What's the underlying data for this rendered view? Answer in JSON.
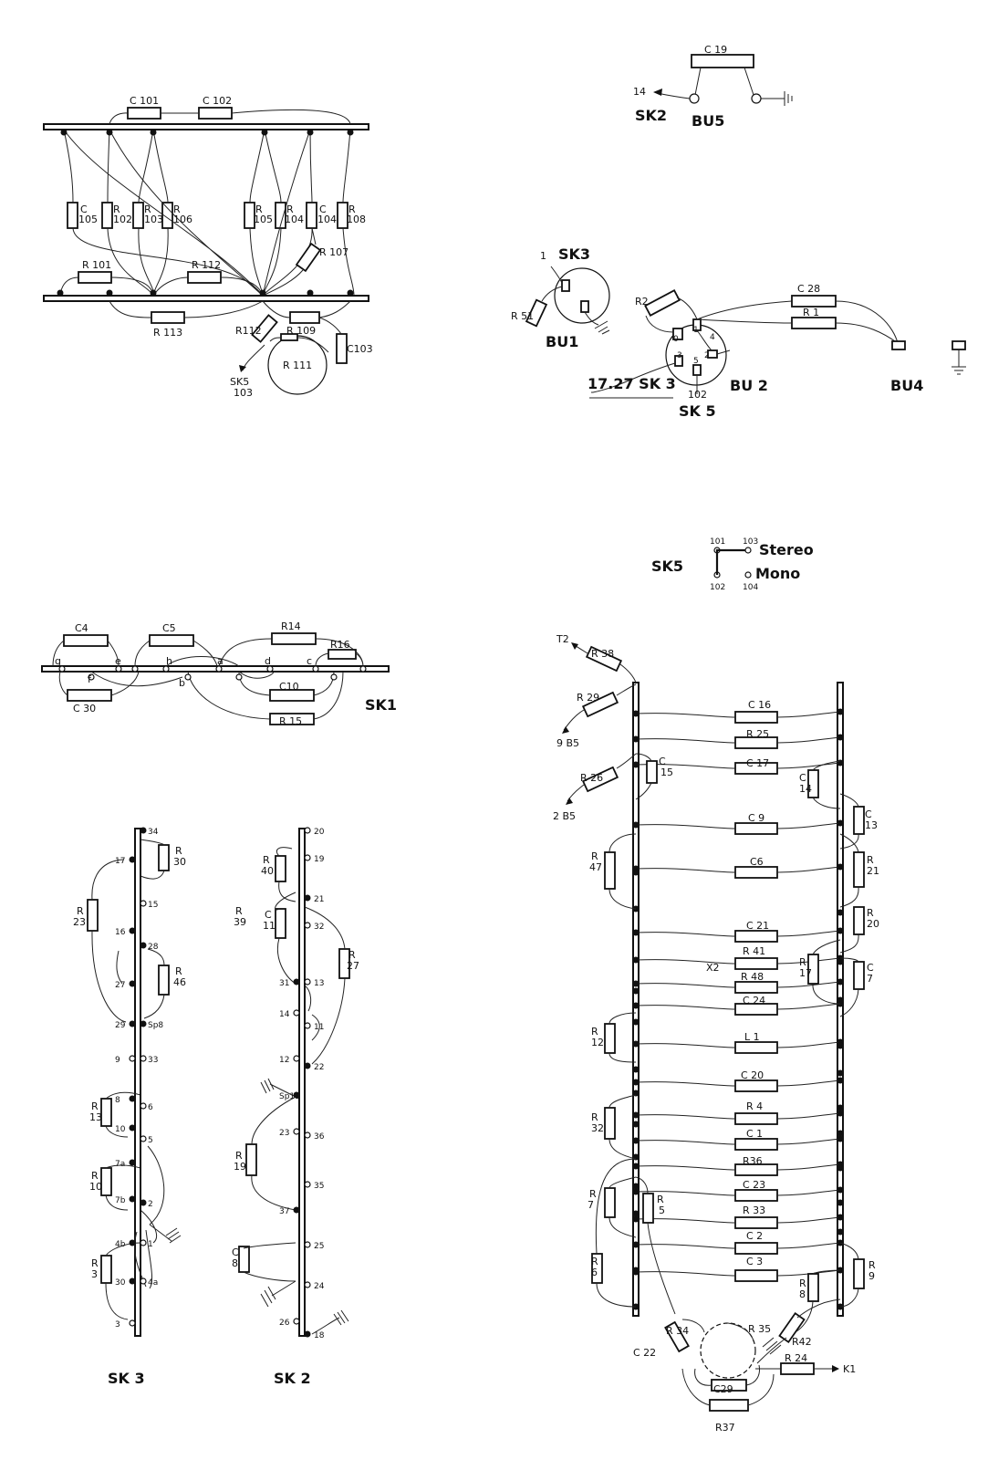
{
  "sections": {
    "top_left": {
      "comps": [
        "C 101",
        "C 102",
        "C",
        "105",
        "R",
        "102",
        "R",
        "103",
        "R",
        "106",
        "R",
        "105",
        "R",
        "104",
        "C",
        "104",
        "R",
        "108",
        "R 107",
        "R 101",
        "R 112",
        "R 113",
        "R112",
        "R 109",
        "R 111",
        "C103"
      ],
      "sk5_label": "SK5",
      "sk5_pin": "103"
    },
    "bu5": {
      "cap": "C 19",
      "pin": "14",
      "sk": "SK2",
      "name": "BU5"
    },
    "bu_connectors": {
      "sk3_pin": "1",
      "sk3": "SK3",
      "r51": "R 51",
      "bu1": "BU1",
      "r2": "R2",
      "c28": "C 28",
      "r1": "R 1",
      "pins": [
        "0",
        "1",
        "4",
        "2",
        "3",
        "5"
      ],
      "pin_102": "102",
      "sk5": "SK 5",
      "line_label": "17.27  SK 3",
      "bu2": "BU 2",
      "bu4": "BU4"
    },
    "sk5_switch": {
      "name": "SK5",
      "p101": "101",
      "p103": "103",
      "stereo": "Stereo",
      "p102": "102",
      "p104": "104",
      "mono": "Mono"
    },
    "sk1": {
      "name": "SK1",
      "comps": [
        "C4",
        "C5",
        "R14",
        "R16",
        "C 30",
        "C10",
        "R 15"
      ],
      "pins": [
        "g",
        "e",
        "f",
        "h",
        "a",
        "d",
        "c",
        "b"
      ]
    },
    "sk3": {
      "name": "SK 3",
      "comps": [
        "R",
        "30",
        "R",
        "23",
        "R",
        "46",
        "R",
        "13",
        "R",
        "10",
        "R",
        "3"
      ],
      "pins": [
        "34",
        "17",
        "15",
        "16",
        "28",
        "27",
        "29",
        "Sp8",
        "9",
        "33",
        "8",
        "6",
        "10",
        "5",
        "7a",
        "7b",
        "2",
        "4b",
        "1",
        "30",
        "4a",
        "3"
      ]
    },
    "sk2": {
      "name": "SK 2",
      "comps": [
        "R",
        "40",
        "C",
        "11",
        "R",
        "39",
        "R",
        "27",
        "R",
        "19",
        "C",
        "8"
      ],
      "pins": [
        "20",
        "19",
        "21",
        "32",
        "31",
        "13",
        "14",
        "11",
        "12",
        "22",
        "Sp11",
        "23",
        "36",
        "35",
        "37",
        "25",
        "24",
        "26",
        "18"
      ]
    },
    "main_board": {
      "comps": [
        "T2",
        "R 38",
        "R 29",
        "9 B5",
        "C 16",
        "R 25",
        "C",
        "15",
        "C 17",
        "C",
        "14",
        "R 26",
        "2 B5",
        "C",
        "13",
        "C 9",
        "R",
        "47",
        "C6",
        "R",
        "21",
        "R",
        "20",
        "C 21",
        "R 41",
        "R",
        "17",
        "C",
        "7",
        "X2",
        "R 48",
        "C 24",
        "R",
        "12",
        "L 1",
        "C 20",
        "R",
        "32",
        "R 4",
        "C 1",
        "R36",
        "C 23",
        "R",
        "7",
        "R",
        "5",
        "R 33",
        "C 2",
        "R",
        "6",
        "C 3",
        "R",
        "9",
        "R",
        "8",
        "C 22",
        "R 34",
        "R 35",
        "R42",
        "R 24",
        "K1",
        "C29",
        "R37"
      ]
    }
  }
}
